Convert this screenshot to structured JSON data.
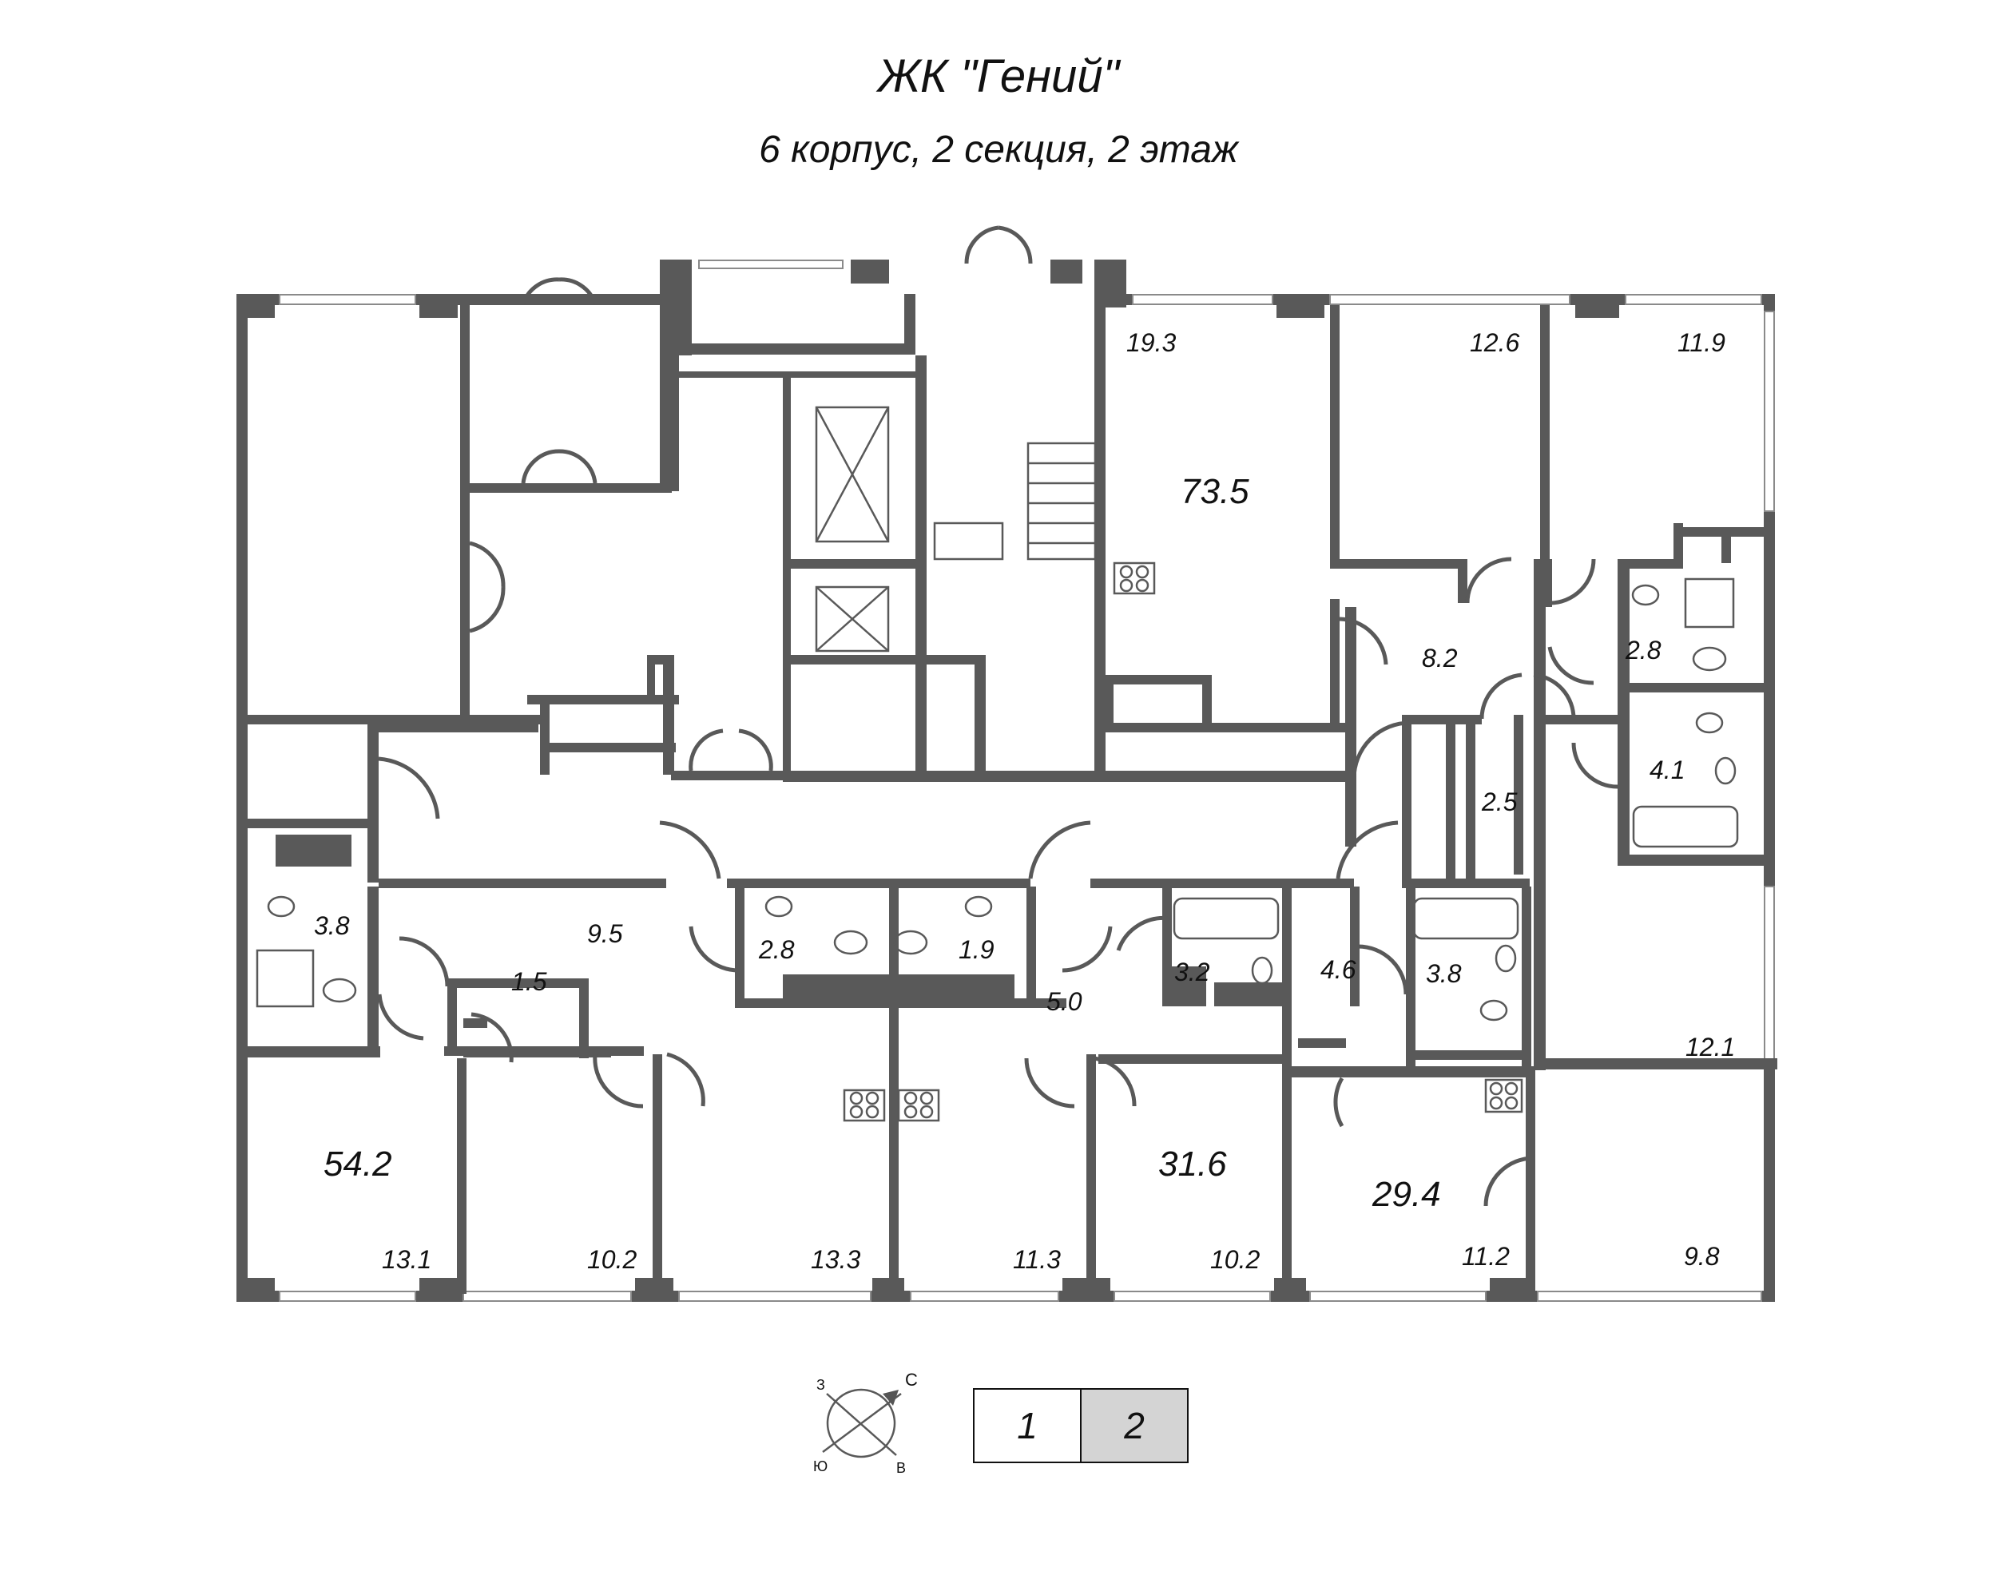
{
  "header": {
    "title": "ЖК \"Гений\"",
    "subtitle": "6 корпус, 2 секция, 2 этаж"
  },
  "apartments": {
    "top_right": {
      "total": "73.5",
      "rooms": [
        "19.3",
        "12.6",
        "11.9",
        "12.1"
      ],
      "hall": "8.2",
      "closet": "2.5",
      "wc": "2.8",
      "bath": "4.1"
    },
    "bottom_left": {
      "total": "54.2",
      "rooms": [
        "13.1",
        "10.2"
      ],
      "hall": "9.5",
      "bath": "3.8",
      "storage": "1.5"
    },
    "bottom_mid_left": {
      "rooms": [
        "13.3"
      ],
      "bath": "2.8"
    },
    "bottom_mid_right": {
      "total": "31.6",
      "rooms": [
        "11.3",
        "10.2"
      ],
      "hall": "5.0",
      "wc": "1.9",
      "bath": "3.2"
    },
    "bottom_right": {
      "total": "29.4",
      "rooms": [
        "11.2",
        "9.8"
      ],
      "hall": "4.6",
      "bath": "3.8"
    }
  },
  "compass": {
    "north": "С",
    "south": "Ю",
    "east": "В",
    "west": "З"
  },
  "floor_switch": {
    "floors": [
      "1",
      "2"
    ],
    "active": "2"
  },
  "colors": {
    "wall": "#595959",
    "active_floor": "#d4d4d4",
    "text": "#111111"
  }
}
